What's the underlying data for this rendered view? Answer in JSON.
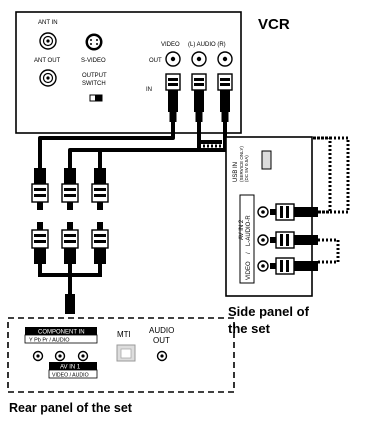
{
  "vcr": {
    "title": "VCR",
    "ant_in": "ANT IN",
    "ant_out": "ANT OUT",
    "s_video": "S-VIDEO",
    "output_switch_1": "OUTPUT",
    "output_switch_2": "SWITCH",
    "video": "VIDEO",
    "audio": "(L) AUDIO (R)",
    "out": "OUT",
    "in": "IN"
  },
  "side_panel": {
    "usb_line1": "USB IN",
    "usb_line2": "(SERVICE ONLY)",
    "usb_line3": "(DC 5V 0.5A)",
    "av_in2": "AV IN 2",
    "audio_lr": "L-AUDIO-R",
    "video": "VIDEO",
    "caption_1": "Side panel of",
    "caption_2": "the set"
  },
  "rear_panel": {
    "component_in": "COMPONENT IN",
    "component_sub": "Y Pb Pr  /  AUDIO",
    "mti": "MTI",
    "audio_out_1": "AUDIO",
    "audio_out_2": "OUT",
    "av_in1_1": "AV IN 1",
    "av_in1_2": "VIDEO / AUDIO",
    "caption": "Rear panel of the set"
  }
}
